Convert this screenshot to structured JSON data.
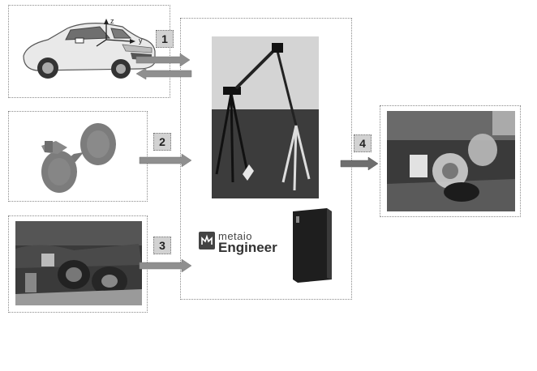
{
  "steps": [
    {
      "label": "1"
    },
    {
      "label": "2"
    },
    {
      "label": "3"
    },
    {
      "label": "4"
    }
  ],
  "car_axes": {
    "z": "z",
    "y": "y"
  },
  "brand": {
    "small": "metaio",
    "big": "Engineer"
  },
  "colors": {
    "arrow": "#8f8f8f",
    "step_bg": "#d2d2d2",
    "border": "#8a8a8a"
  }
}
